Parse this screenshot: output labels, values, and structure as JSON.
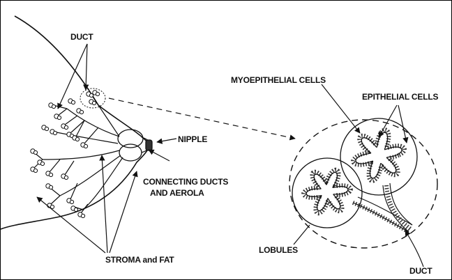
{
  "labels": {
    "duct_top": "DUCT",
    "nipple": "NIPPLE",
    "connecting_1": "CONNECTING DUCTS",
    "connecting_2": "AND AEROLA",
    "stroma": "STROMA and FAT",
    "myoepithelial": "MYOEPITHELIAL CELLS",
    "epithelial": "EPITHELIAL CELLS",
    "lobules": "LOBULES",
    "duct_bottom": "DUCT"
  },
  "colors": {
    "ink": "#111111",
    "background": "#ffffff",
    "border": "#000000"
  }
}
